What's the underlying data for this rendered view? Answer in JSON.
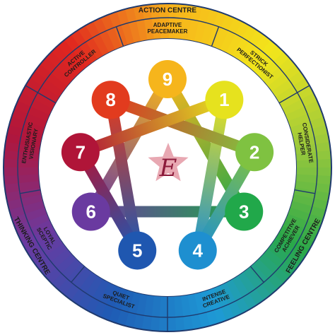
{
  "centres": [
    {
      "id": "action",
      "label": "ACTION CENTRE"
    },
    {
      "id": "feeling",
      "label": "FEELING CENTRE"
    },
    {
      "id": "thinking",
      "label": "THINKING CENTRE"
    }
  ],
  "types": [
    {
      "number": "9",
      "label_lines": [
        "ADAPTIVE",
        "PEACEMAKER"
      ],
      "color": "#f6b51c"
    },
    {
      "number": "1",
      "label_lines": [
        "STRICK",
        "PERFECTIONIST"
      ],
      "color": "#e6e21e"
    },
    {
      "number": "2",
      "label_lines": [
        "CONSIDERATE",
        "HELPER"
      ],
      "color": "#7fc241"
    },
    {
      "number": "3",
      "label_lines": [
        "COMPETITIVE",
        "ACHIEVER"
      ],
      "color": "#21a84a"
    },
    {
      "number": "4",
      "label_lines": [
        "INTENSE",
        "CREATIVE"
      ],
      "color": "#1e8fd0"
    },
    {
      "number": "5",
      "label_lines": [
        "QUIET",
        "SPECIALIST"
      ],
      "color": "#1f57b0"
    },
    {
      "number": "6",
      "label_lines": [
        "LOYAL",
        "SCEPTIC"
      ],
      "color": "#6a3aa0"
    },
    {
      "number": "7",
      "label_lines": [
        "ENTHUSIASTIC",
        "VISIONARY"
      ],
      "color": "#b01538"
    },
    {
      "number": "8",
      "label_lines": [
        "ACTIVE",
        "CONTROLLER"
      ],
      "color": "#e23b1e"
    }
  ],
  "logo": {
    "letter": "E",
    "star_color": "#e8a8b2",
    "letter_color": "#8b1a3a"
  }
}
